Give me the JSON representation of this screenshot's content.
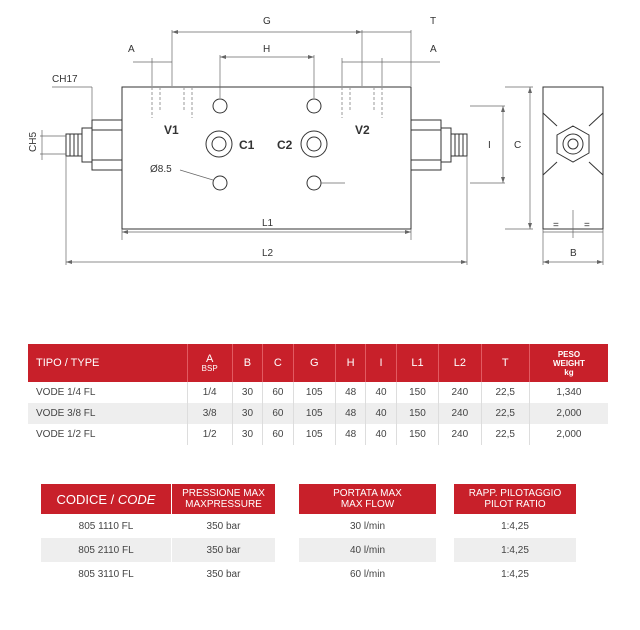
{
  "drawing": {
    "dims": {
      "G": "G",
      "T": "T",
      "A_left": "A",
      "H": "H",
      "A_right": "A",
      "CH17": "CH17",
      "CH5": "CH5",
      "I": "I",
      "C": "C",
      "B": "B",
      "L1": "L1",
      "L2": "L2",
      "eq1": "=",
      "eq2": "="
    },
    "ports": {
      "V1": "V1",
      "V2": "V2",
      "C1": "C1",
      "C2": "C2"
    },
    "hole_note": "Ø8.5"
  },
  "spec_table": {
    "headers": [
      "TIPO / TYPE",
      "A",
      "B",
      "C",
      "G",
      "H",
      "I",
      "L1",
      "L2",
      "T",
      "PESO WEIGHT kg"
    ],
    "header_a_sub": "BSP",
    "header_peso": [
      "PESO",
      "WEIGHT",
      "kg"
    ],
    "rows": [
      [
        "VODE 1/4 FL",
        "1/4",
        "30",
        "60",
        "105",
        "48",
        "40",
        "150",
        "240",
        "22,5",
        "1,340"
      ],
      [
        "VODE 3/8 FL",
        "3/8",
        "30",
        "60",
        "105",
        "48",
        "40",
        "150",
        "240",
        "22,5",
        "2,000"
      ],
      [
        "VODE 1/2 FL",
        "1/2",
        "30",
        "60",
        "105",
        "48",
        "40",
        "150",
        "240",
        "22,5",
        "2,000"
      ]
    ]
  },
  "codes_table": {
    "header_main": "CODICE /",
    "header_italic": "CODE",
    "rows": [
      "805 1110 FL",
      "805 2110 FL",
      "805 3110 FL"
    ]
  },
  "pressure_table": {
    "header": [
      "PRESSIONE MAX",
      "MAXPRESSURE"
    ],
    "rows": [
      "350 bar",
      "350 bar",
      "350 bar"
    ]
  },
  "flow_table": {
    "header": [
      "PORTATA MAX",
      "MAX FLOW"
    ],
    "rows": [
      "30 l/min",
      "40 l/min",
      "60 l/min"
    ]
  },
  "ratio_table": {
    "header": [
      "RAPP. PILOTAGGIO",
      "PILOT RATIO"
    ],
    "rows": [
      "1:4,25",
      "1:4,25",
      "1:4,25"
    ]
  },
  "colors": {
    "header_red": "#c8202a",
    "row_alt": "#eeeeee"
  }
}
